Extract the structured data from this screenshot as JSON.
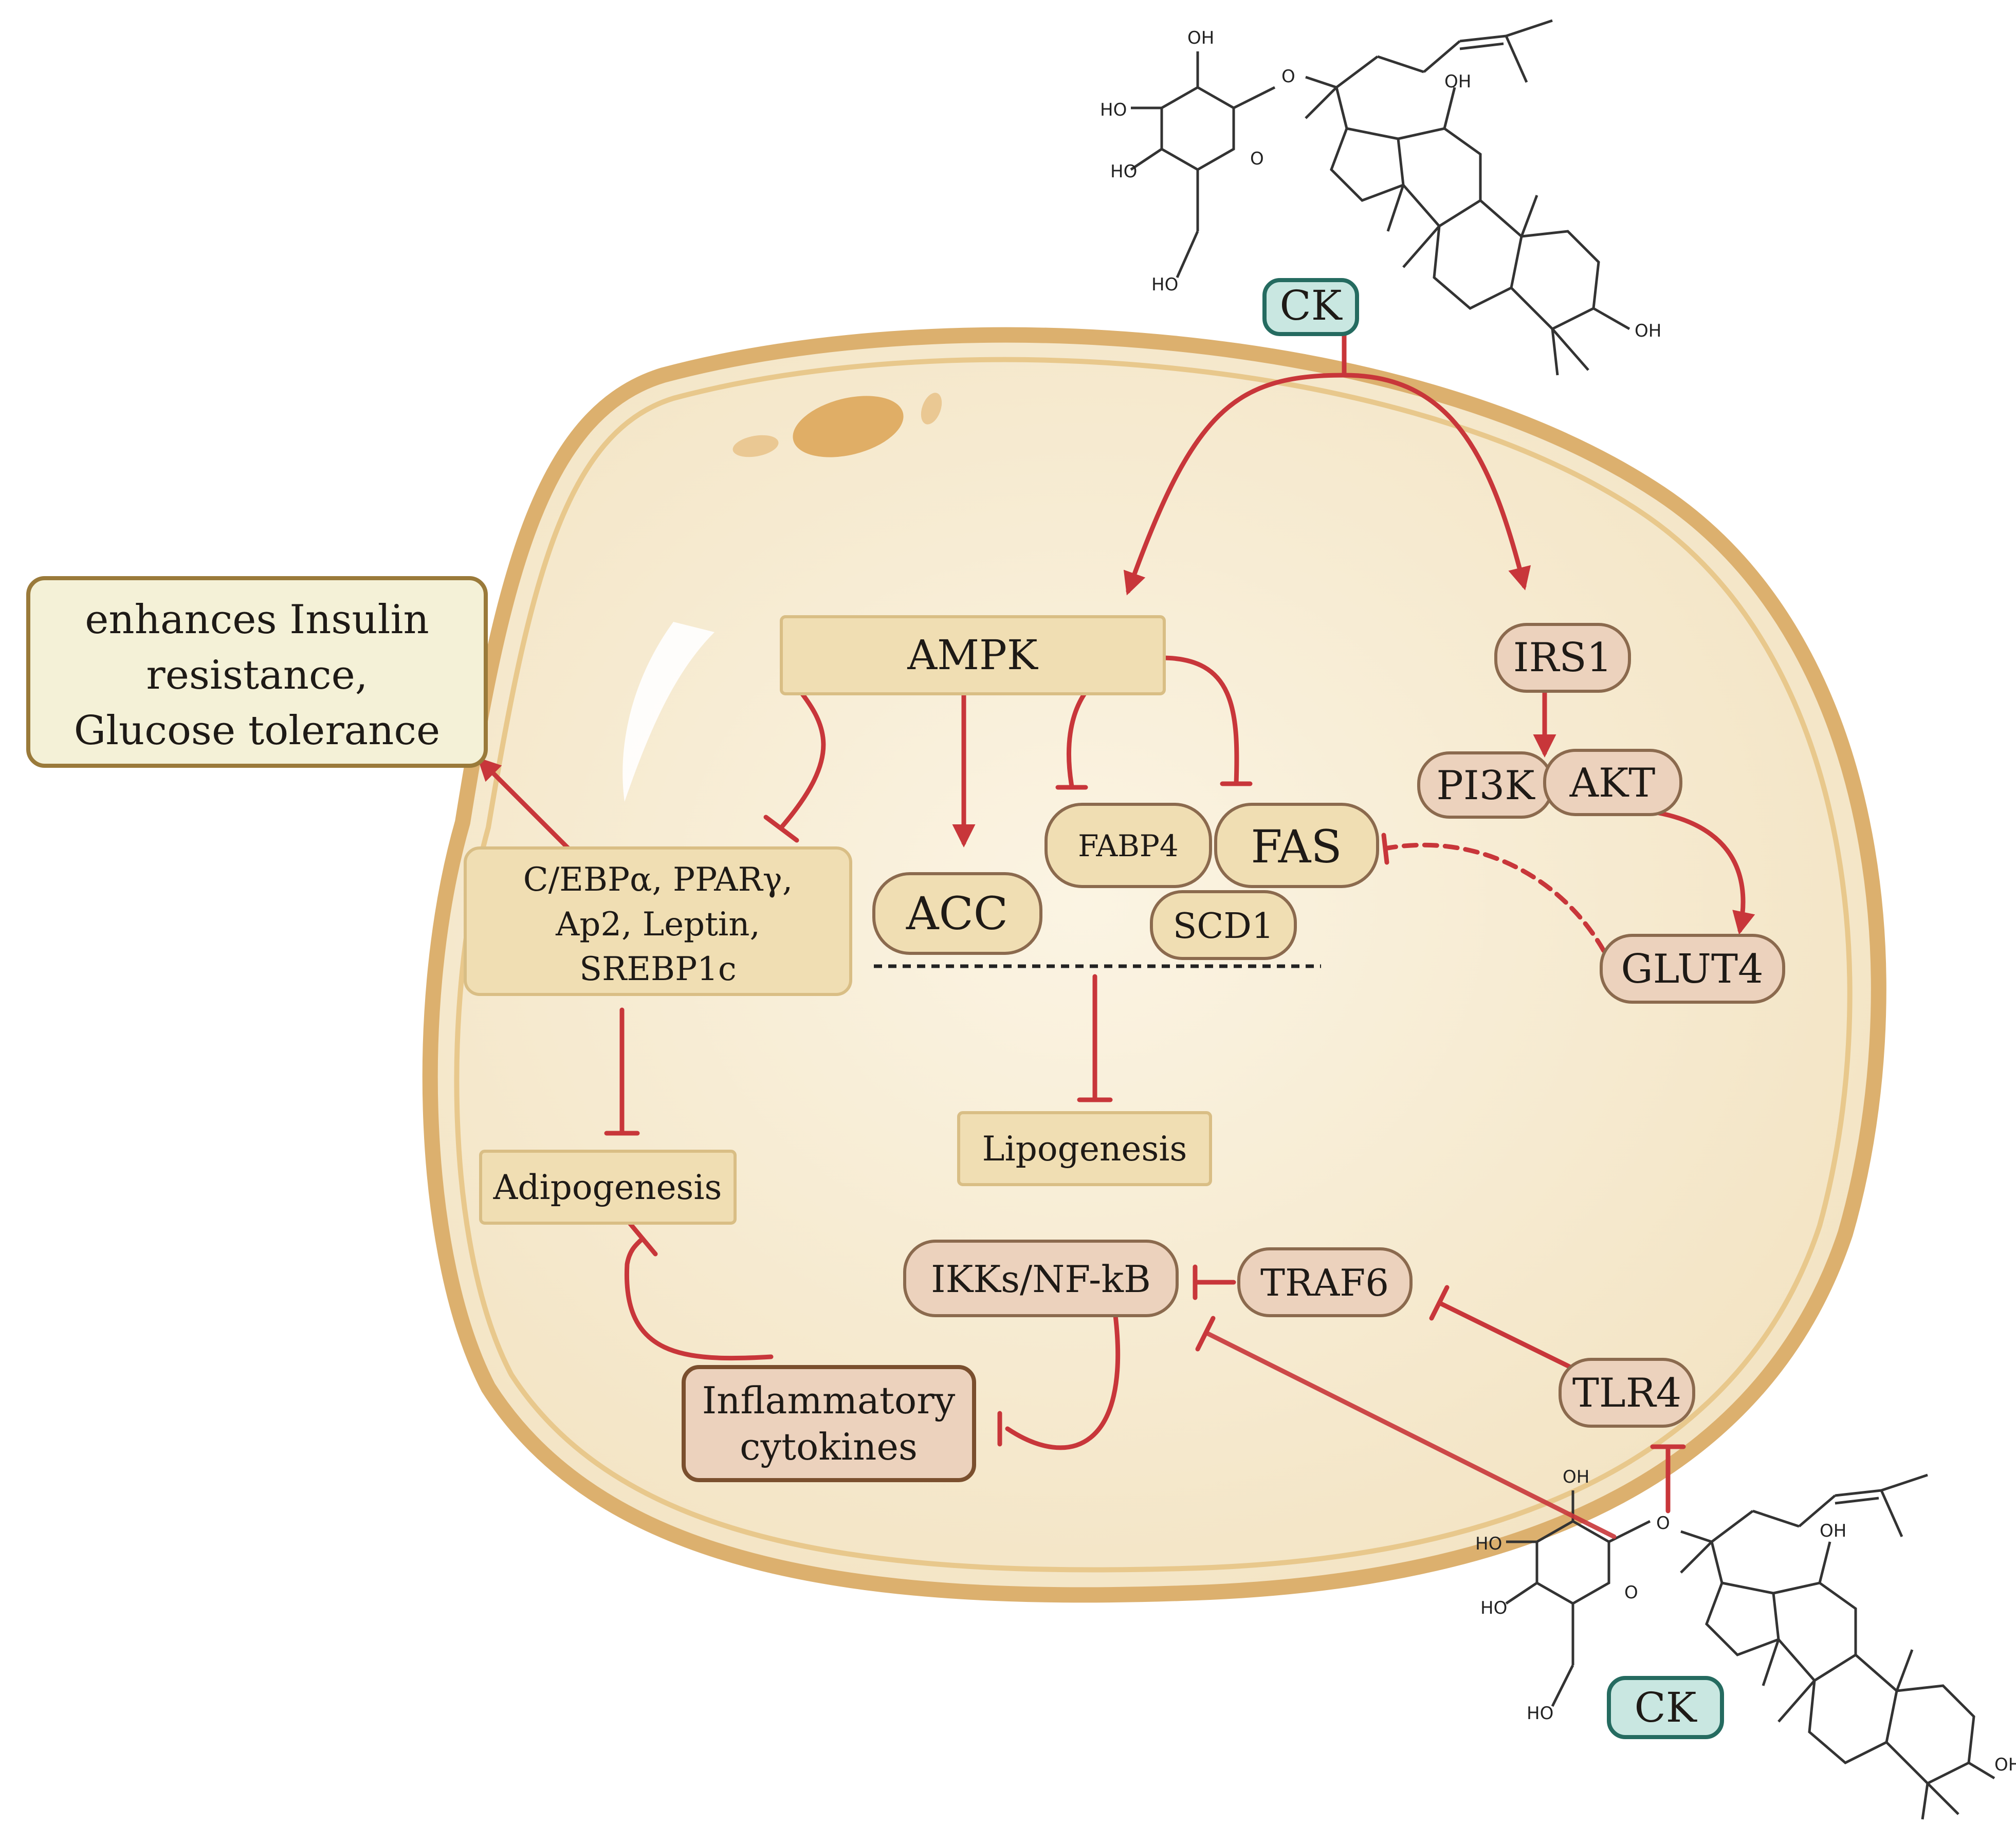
{
  "colors": {
    "cell_fill": "#f7ecd2",
    "cell_membrane": "#dcb06e",
    "arrow_red": "#c8363a",
    "ck_fill": "#c9e7e1",
    "ck_stroke": "#256b60",
    "beige_box": "#f0deb3",
    "pink_box": "#ecd2bd",
    "outcome_box": "#f4f1d7"
  },
  "compound_top": {
    "label": "CK",
    "groups": {
      "oh_sugar_top": "OH",
      "ho_sugar_left": "HO",
      "ho_sugar_mid": "HO",
      "ho_ch2": "HO",
      "ring_o": "O",
      "link_o": "O",
      "oh_ring": "OH",
      "oh_end": "OH"
    }
  },
  "compound_bottom": {
    "label": "CK",
    "groups": {
      "oh_sugar_top": "OH",
      "ho_sugar_left": "HO",
      "ho_sugar_mid": "HO",
      "ho_ch2": "HO",
      "ring_o": "O",
      "link_o": "O",
      "oh_ring": "OH",
      "oh_end": "OH"
    }
  },
  "outcome": {
    "line1": "enhances Insulin",
    "line2": "resistance,",
    "line3": "Glucose tolerance"
  },
  "nodes": {
    "ampk": "AMPK",
    "irs1": "IRS1",
    "pi3k": "PI3K",
    "akt": "AKT",
    "glut4": "GLUT4",
    "acc": "ACC",
    "fabp4": "FABP4",
    "fas": "FAS",
    "scd1": "SCD1",
    "transcription": {
      "line1": "C/EBPα, PPARγ,",
      "line2": "Ap2, Leptin,",
      "line3": "SREBP1c"
    },
    "adipogenesis": "Adipogenesis",
    "lipogenesis": "Lipogenesis",
    "ikk_nfkb": "IKKs/NF-kB",
    "traf6": "TRAF6",
    "tlr4": "TLR4",
    "cytokines": {
      "line1": "Inflammatory",
      "line2": "cytokines"
    }
  }
}
